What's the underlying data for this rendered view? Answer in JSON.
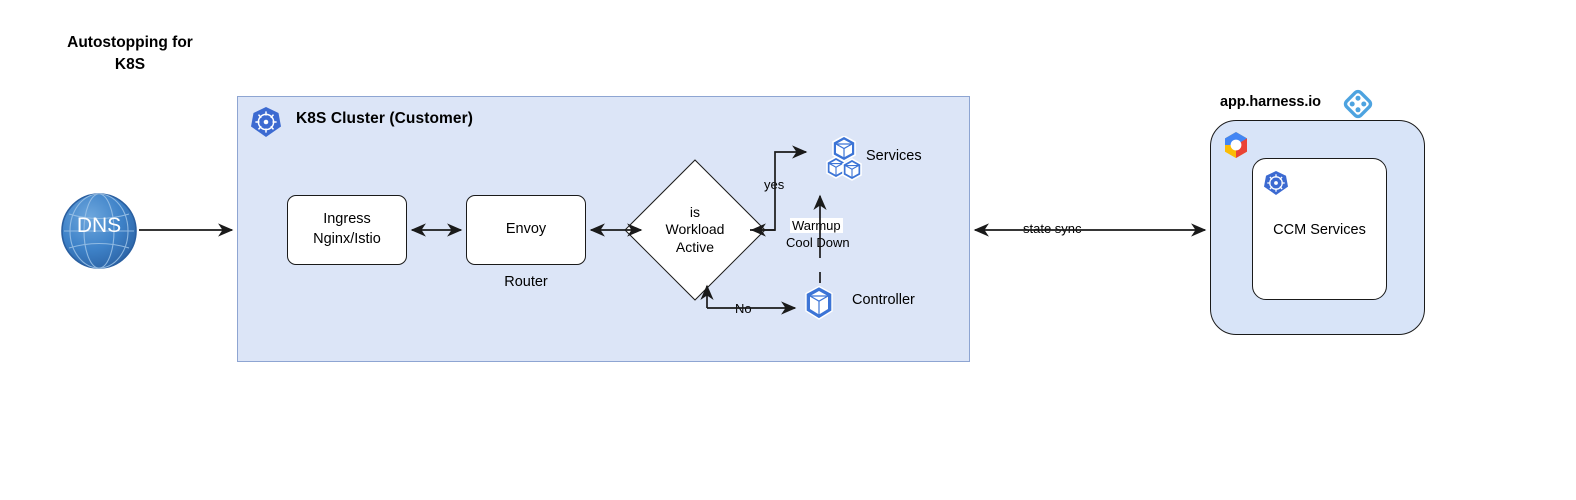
{
  "title": "Autostopping for\nK8S",
  "cluster": {
    "title": "K8S Cluster (Customer)",
    "icon": "kubernetes-icon",
    "fill_color": "#dce5f7",
    "border_color": "#8ea5d2"
  },
  "dns": {
    "label": "DNS",
    "icon": "globe-icon",
    "color": "#3b78c3"
  },
  "nodes": {
    "ingress": {
      "label": "Ingress\nNginx/Istio"
    },
    "envoy": {
      "label": "Envoy",
      "sublabel": "Router"
    },
    "decision": {
      "label": "is\nWorkload\nActive"
    },
    "services": {
      "label": "Services",
      "icon": "kubernetes-services-icon"
    },
    "controller": {
      "label": "Controller",
      "icon": "kubernetes-pod-icon"
    }
  },
  "edges": {
    "yes": "yes",
    "no": "No",
    "state_sync": "state sync",
    "warmup": "Warmup",
    "cooldown": "Cool Down"
  },
  "harness": {
    "title": "app.harness.io",
    "logo": "harness-logo-icon",
    "logo_color": "#4da3e0",
    "gcp_logo": "google-cloud-icon",
    "inner_icon": "kubernetes-icon",
    "inner_label": "CCM Services",
    "panel_fill": "#d8e4f8"
  }
}
